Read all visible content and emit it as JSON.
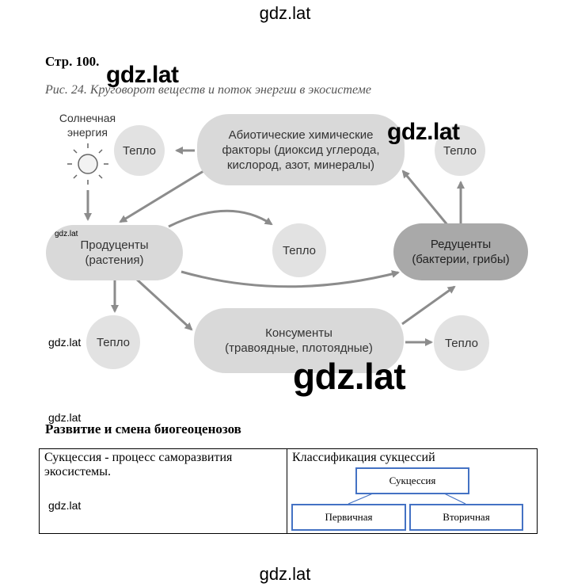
{
  "watermark": {
    "top": "gdz.lat",
    "overlay_1": "gdz.lat",
    "overlay_2": "gdz.lat",
    "overlay_3": "gdz.lat",
    "overlay_4": "gdz.lat",
    "overlay_5": "gdz.lat",
    "overlay_6": "gdz.lat",
    "overlay_7": "gdz.lat",
    "bottom": "gdz.lat"
  },
  "page_ref": "Стр. 100.",
  "figure": {
    "caption": "Рис. 24. Круговорот веществ и поток энергии в экосистеме",
    "sun_label_1": "Солнечная",
    "sun_label_2": "энергия",
    "abiotic_1": "Абиотические химические",
    "abiotic_2": "факторы (диоксид углерода,",
    "abiotic_3": "кислород, азот, минералы)",
    "producers_1": "Продуценты",
    "producers_2": "(растения)",
    "reducers_1": "Редуценты",
    "reducers_2": "(бактерии, грибы)",
    "consumers_1": "Консументы",
    "consumers_2": "(травоядные, плотоядные)",
    "heat_1": "Тепло",
    "heat_2": "Тепло",
    "heat_3": "Тепло",
    "heat_4": "Тепло",
    "heat_5": "Тепло"
  },
  "section": {
    "title": "Развитие и смена биогеоценозов",
    "definition_1": "Сукцессия - процесс саморазвития",
    "definition_2": "экосистемы.",
    "classification_title": "Классификация сукцессий",
    "root": "Сукцессия",
    "primary": "Первичная",
    "secondary": "Вторичная"
  },
  "colors": {
    "pill": "#d9d9d9",
    "pill_dark": "#a9a9a9",
    "arrow": "#8c8c8c",
    "box_border": "#4472c4"
  }
}
